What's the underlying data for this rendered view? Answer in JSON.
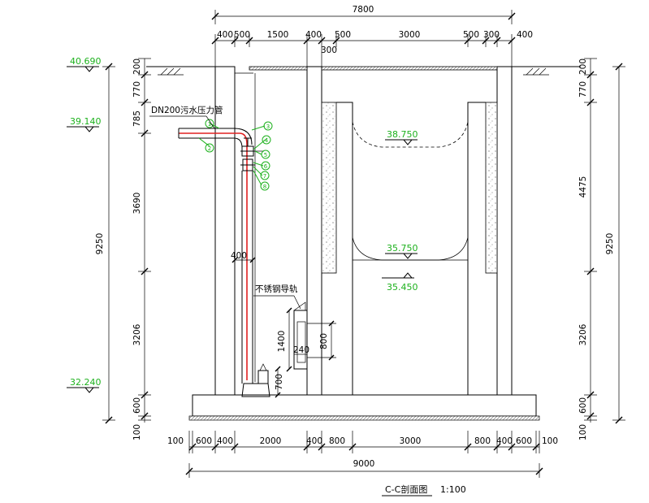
{
  "drawing": {
    "title": "C-C剖面图",
    "scale": "1:100"
  },
  "levels": {
    "top_ground": "40.690",
    "pipe_inlet": "39.140",
    "bottom": "32.240",
    "water_high": "38.750",
    "water_low": "35.750",
    "water_stop": "35.450"
  },
  "notes": {
    "pressure_pipe": "DN200污水压力管",
    "guide_rail": "不锈钢导轨"
  },
  "callouts": [
    "1",
    "2",
    "3",
    "4",
    "5",
    "6",
    "7",
    "8"
  ],
  "dims": {
    "top_total": "7800",
    "top_segments": [
      "400",
      "500",
      "1500",
      "400",
      "500",
      "3000",
      "500",
      "300",
      "400"
    ],
    "top_sub": "300",
    "bottom_total": "9000",
    "bottom_segments": [
      "100",
      "600",
      "400",
      "2000",
      "400",
      "800",
      "3000",
      "800",
      "400",
      "600",
      "100"
    ],
    "left_total": "9250",
    "left_segments": [
      "200",
      "770",
      "785",
      "3690",
      "3206",
      "600",
      "100"
    ],
    "right_total": "9250",
    "right_segments": [
      "200",
      "770",
      "4475",
      "3206",
      "600",
      "100"
    ],
    "pipe_offset": "400",
    "sump_height": "1400",
    "sump_width": "240",
    "sump_box": "800",
    "pump_height": "700"
  }
}
